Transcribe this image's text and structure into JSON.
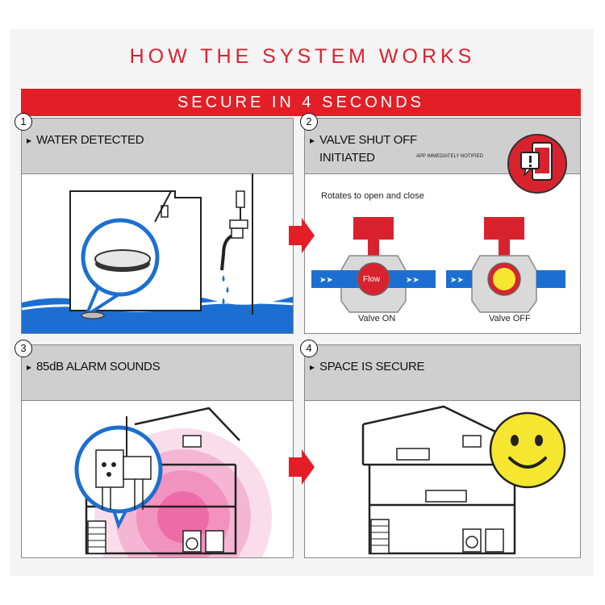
{
  "title": "HOW THE SYSTEM WORKS",
  "banner": "SECURE IN 4 SECONDS",
  "steps": [
    {
      "number": "1",
      "label": "WATER DETECTED"
    },
    {
      "number": "2",
      "label_line1": "VALVE SHUT OFF",
      "label_line2": "INITIATED",
      "notice": "APP IMMEDIATELY NOTIFIED",
      "rotate_text": "Rotates to open and close",
      "flow_label": "Flow",
      "valve_on": "Valve ON",
      "valve_off": "Valve OFF"
    },
    {
      "number": "3",
      "label": "85dB ALARM SOUNDS"
    },
    {
      "number": "4",
      "label": "SPACE IS SECURE"
    }
  ],
  "colors": {
    "accent": "#e41e26",
    "water": "#1c6fd1",
    "valve_red": "#d8232e",
    "smiley": "#f5e630",
    "alarm_pink": "#ec5b9a"
  },
  "icons": [
    "phone-alert-icon",
    "arrow-right-icon",
    "smiley-icon",
    "water-sensor-icon",
    "valve-icon",
    "house-icon"
  ]
}
